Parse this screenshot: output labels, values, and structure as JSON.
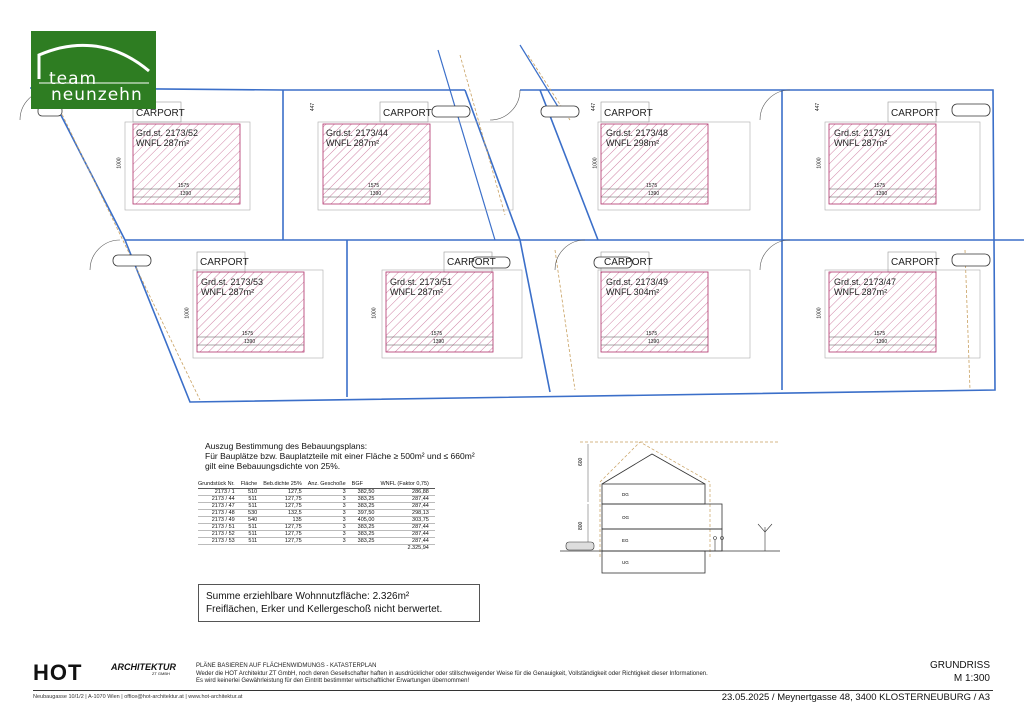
{
  "logo": {
    "line1": "team",
    "line2": "neunzehn"
  },
  "carport_label": "CARPORT",
  "plots": [
    {
      "id": "2173/52",
      "grd": "Grd.st. 2173/52",
      "wnfl": "WNFL 287m²",
      "carport": true
    },
    {
      "id": "2173/44",
      "grd": "Grd.st. 2173/44",
      "wnfl": "WNFL 287m²",
      "carport": true
    },
    {
      "id": "2173/48",
      "grd": "Grd.st. 2173/48",
      "wnfl": "WNFL 298m²",
      "carport": true
    },
    {
      "id": "2173/1",
      "grd": "Grd.st. 2173/1",
      "wnfl": "WNFL 287m²",
      "carport": true
    },
    {
      "id": "2173/53",
      "grd": "Grd.st. 2173/53",
      "wnfl": "WNFL 287m²",
      "carport": true
    },
    {
      "id": "2173/51",
      "grd": "Grd.st. 2173/51",
      "wnfl": "WNFL 287m²",
      "carport": true
    },
    {
      "id": "2173/49",
      "grd": "Grd.st. 2173/49",
      "wnfl": "WNFL 304m²",
      "carport": true
    },
    {
      "id": "2173/47",
      "grd": "Grd.st. 2173/47",
      "wnfl": "WNFL 287m²",
      "carport": true
    }
  ],
  "dims": {
    "width_outer": "1575",
    "width_inner": "1390",
    "depth": "1000",
    "setback": "447"
  },
  "note": {
    "line1": "Auszug Bestimmung des Bebauungsplans:",
    "line2": "Für Bauplätze bzw. Bauplatzteile mit einer Fläche ≥ 500m² und ≤ 660m²",
    "line3": "gilt eine Bebauungsdichte von 25%."
  },
  "table": {
    "headers": [
      "Grundstück Nr.",
      "Fläche",
      "Beb.dichte 25%",
      "Anz. Geschoße",
      "BGF",
      "WNFL (Faktor 0,75)"
    ],
    "rows": [
      [
        "2173 /  1",
        "510",
        "127,5",
        "3",
        "382,50",
        "286,88"
      ],
      [
        "2173 / 44",
        "511",
        "127,75",
        "3",
        "383,25",
        "287,44"
      ],
      [
        "2173 / 47",
        "511",
        "127,75",
        "3",
        "383,25",
        "287,44"
      ],
      [
        "2173 / 48",
        "530",
        "132,5",
        "3",
        "397,50",
        "298,13"
      ],
      [
        "2173 / 49",
        "540",
        "135",
        "3",
        "405,00",
        "303,75"
      ],
      [
        "2173 / 51",
        "511",
        "127,75",
        "3",
        "383,25",
        "287,44"
      ],
      [
        "2173 / 52",
        "511",
        "127,75",
        "3",
        "383,25",
        "287,44"
      ],
      [
        "2173 / 53",
        "511",
        "127,75",
        "3",
        "383,25",
        "287,44"
      ]
    ],
    "total": "2.325,94"
  },
  "summary": {
    "line1": "Summe erziehlbare Wohnnutzfläche: 2.326m²",
    "line2": "Freiflächen, Erker und Kellergeschoß nicht berwertet."
  },
  "section": {
    "dim_upper": "600",
    "dim_lower": "800",
    "floors": [
      "DG",
      "OG",
      "EG",
      "UG"
    ]
  },
  "footer": {
    "brand": "HOT",
    "brand_sub": "ARCHITEKTUR",
    "brand_zt": "ZT GMBH",
    "plan_basis": "PLÄNE BASIEREN AUF FLÄCHENWIDMUNGS - KATASTERPLAN",
    "disclaimer1": "Weder die HOT Architektur ZT GmbH, noch deren Gesellschafter haften in ausdrücklicher oder stillschweigender Weise für die Genauigkeit, Vollständigkeit oder Richtigkeit dieser Informationen.",
    "disclaimer2": "Es wird keinerlei Gewährleistung für den Eintritt bestimmter wirtschaftlicher Erwartungen übernommen!",
    "title": "GRUNDRISS",
    "scale": "M 1:300",
    "address": "Neubaugasse 10/1/2  |  A-1070 Wien  |  office@hot-architektur.at  |  www.hot-architektur.at",
    "date_place": "23.05.2025 / Meynertgasse 48, 3400 KLOSTERNEUBURG / A3"
  },
  "colors": {
    "boundary": "#3b6fc9",
    "hatch": "#b0306a",
    "logo_bg": "#2e7d22",
    "dashed": "#c8a060"
  }
}
